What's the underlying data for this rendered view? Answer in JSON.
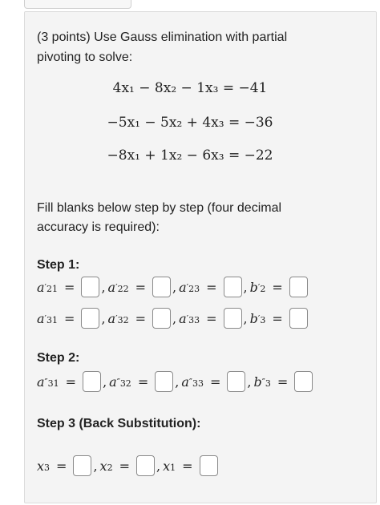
{
  "question": {
    "line1": "(3 points) Use Gauss elimination with partial",
    "line2": "pivoting to solve:"
  },
  "equations": [
    "4x₁ − 8x₂ − 1x₃ = −41",
    "−5x₁ − 5x₂ + 4x₃ = −36",
    "−8x₁ + 1x₂ − 6x₃ = −22"
  ],
  "instructions": {
    "line1": "Fill blanks below step by step (four decimal",
    "line2": "accuracy is required):"
  },
  "step1": {
    "title": "Step 1:",
    "row1": [
      "a",
      "21",
      "a",
      "22",
      "a",
      "23",
      "b",
      "2"
    ],
    "row2": [
      "a",
      "31",
      "a",
      "32",
      "a",
      "33",
      "b",
      "3"
    ],
    "prime": "′"
  },
  "step2": {
    "title": "Step 2:",
    "row": [
      "a",
      "31",
      "a",
      "32",
      "a",
      "33",
      "b",
      "3"
    ],
    "prime": "″"
  },
  "step3": {
    "title": "Step 3 (Back Substitution):",
    "row": [
      "x",
      "3",
      "x",
      "2",
      "x",
      "1"
    ]
  },
  "symbols": {
    "equals": "=",
    "comma": ","
  },
  "colors": {
    "panel": "#f4f4f4",
    "box_border": "#8a8a8a"
  }
}
